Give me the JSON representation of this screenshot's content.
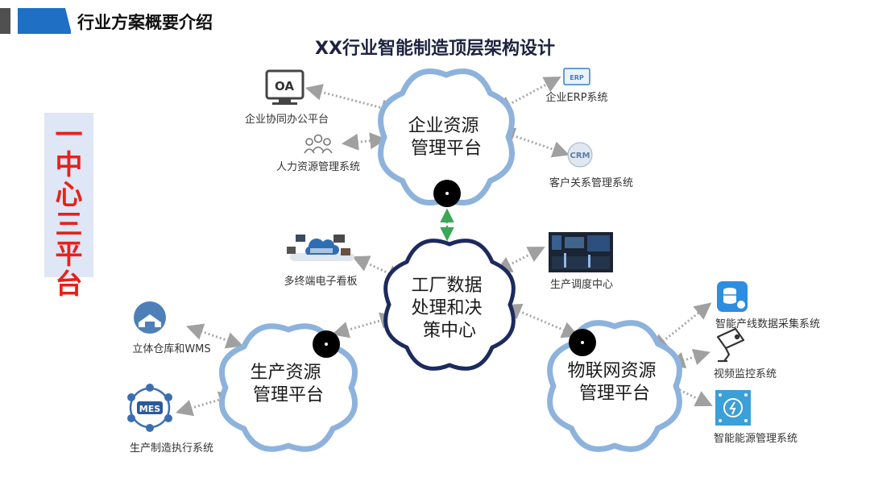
{
  "header": {
    "title": "行业方案概要介绍"
  },
  "diagram": {
    "title": "XX行业智能制造顶层架构设计",
    "side_banner": "一中心三平台",
    "hubs": {
      "enterprise": [
        "企业资源",
        "管理平台"
      ],
      "center": [
        "工厂数据",
        "处理和决",
        "策中心"
      ],
      "production": [
        "生产资源",
        "管理平台"
      ],
      "iot": [
        "物联网资源",
        "管理平台"
      ]
    },
    "systems": {
      "oa": "企业协同办公平台",
      "oa_badge": "OA",
      "hr": "人力资源管理系统",
      "erp": "企业ERP系统",
      "erp_badge": "ERP",
      "crm": "客户关系管理系统",
      "crm_badge": "CRM",
      "board": "多终端电子看板",
      "dispatch": "生产调度中心",
      "warehouse": "立体仓库和WMS",
      "mes": "生产制造执行系统",
      "mes_badge": "MES",
      "collect": "智能产线数据采集系统",
      "video": "视频监控系统",
      "energy": "智能能源管理系统"
    },
    "colors": {
      "cloud_outline": "#8db3dc",
      "center_outline": "#1d2a5e",
      "link": "#a8a8a8",
      "vertical_link": "#3aa856",
      "accent_red": "#e8201b",
      "header_blue": "#1f6fc4"
    }
  }
}
